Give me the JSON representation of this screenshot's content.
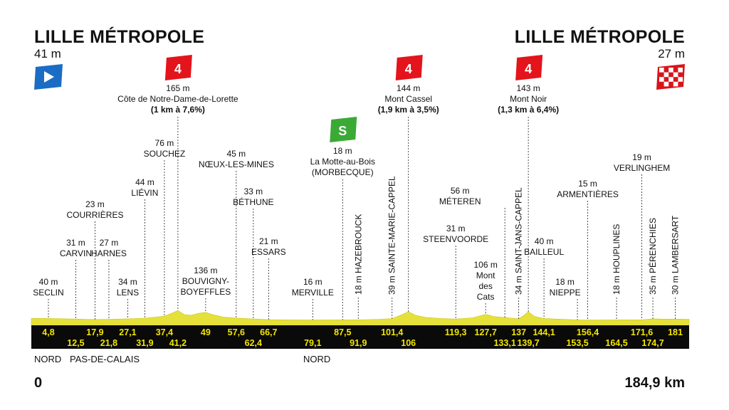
{
  "start": {
    "name": "LILLE MÉTROPOLE",
    "altitude": "41 m",
    "km_label": "0"
  },
  "finish": {
    "name": "LILLE MÉTROPOLE",
    "altitude": "27 m",
    "km_label": "184,9 km"
  },
  "regions": [
    "NORD",
    "PAS-DE-CALAIS",
    "NORD"
  ],
  "icons": {
    "start": "start-flag-icon",
    "finish": "checkered-flag-icon",
    "climb": "climb-category-badge-icon",
    "sprint": "intermediate-sprint-icon"
  },
  "colors": {
    "profile_fill": "#e6e13a",
    "band": "#0a0a0a",
    "band_text": "#f2e600",
    "climb_badge": "#e3141b",
    "sprint_badge": "#3aaa35",
    "start_flag": "#1b6cc4",
    "finish_flag": "#d8141b"
  },
  "chart_data": {
    "type": "area",
    "title": "",
    "xlabel": "",
    "ylabel": "",
    "xlim": [
      0,
      184.9
    ],
    "x_unit": "km",
    "km_markers": [
      {
        "label": "4,8",
        "km": 4.8,
        "row": "top"
      },
      {
        "label": "12,5",
        "km": 12.5,
        "row": "bottom"
      },
      {
        "label": "17,9",
        "km": 17.9,
        "row": "top"
      },
      {
        "label": "21,8",
        "km": 21.8,
        "row": "bottom"
      },
      {
        "label": "27,1",
        "km": 27.1,
        "row": "top"
      },
      {
        "label": "31,9",
        "km": 31.9,
        "row": "bottom"
      },
      {
        "label": "37,4",
        "km": 37.4,
        "row": "top"
      },
      {
        "label": "41,2",
        "km": 41.2,
        "row": "bottom"
      },
      {
        "label": "49",
        "km": 49,
        "row": "top"
      },
      {
        "label": "57,6",
        "km": 57.6,
        "row": "top"
      },
      {
        "label": "62,4",
        "km": 62.4,
        "row": "bottom"
      },
      {
        "label": "66,7",
        "km": 66.7,
        "row": "top"
      },
      {
        "label": "79,1",
        "km": 79.1,
        "row": "bottom"
      },
      {
        "label": "87,5",
        "km": 87.5,
        "row": "top"
      },
      {
        "label": "91,9",
        "km": 91.9,
        "row": "bottom"
      },
      {
        "label": "101,4",
        "km": 101.4,
        "row": "top"
      },
      {
        "label": "106",
        "km": 106,
        "row": "bottom"
      },
      {
        "label": "119,3",
        "km": 119.3,
        "row": "top"
      },
      {
        "label": "127,7",
        "km": 127.7,
        "row": "top"
      },
      {
        "label": "133,1",
        "km": 133.1,
        "row": "bottom"
      },
      {
        "label": "137",
        "km": 137,
        "row": "top"
      },
      {
        "label": "139,7",
        "km": 139.7,
        "row": "bottom"
      },
      {
        "label": "144,1",
        "km": 144.1,
        "row": "top"
      },
      {
        "label": "153,5",
        "km": 153.5,
        "row": "bottom"
      },
      {
        "label": "156,4",
        "km": 156.4,
        "row": "top"
      },
      {
        "label": "164,5",
        "km": 164.5,
        "row": "bottom"
      },
      {
        "label": "171,6",
        "km": 171.6,
        "row": "top"
      },
      {
        "label": "174,7",
        "km": 174.7,
        "row": "bottom"
      },
      {
        "label": "181",
        "km": 181,
        "row": "top"
      }
    ],
    "places": [
      {
        "alt": "40 m",
        "name": "SECLIN",
        "km": 4.8,
        "orient": "h"
      },
      {
        "alt": "31 m",
        "name": "CARVIN",
        "km": 12.5,
        "orient": "h"
      },
      {
        "alt": "23 m",
        "name": "COURRIÈRES",
        "km": 17.9,
        "orient": "h"
      },
      {
        "alt": "27 m",
        "name": "HARNES",
        "km": 21.8,
        "orient": "h"
      },
      {
        "alt": "34 m",
        "name": "LENS",
        "km": 27.1,
        "orient": "h"
      },
      {
        "alt": "44 m",
        "name": "LIÉVIN",
        "km": 31.9,
        "orient": "h"
      },
      {
        "alt": "76 m",
        "name": "SOUCHEZ",
        "km": 37.4,
        "orient": "h"
      },
      {
        "alt": "136 m",
        "name": "BOUVIGNY-",
        "name2": "BOYEFFLES",
        "km": 49,
        "orient": "h"
      },
      {
        "alt": "45 m",
        "name": "NŒUX-LES-MINES",
        "km": 57.6,
        "orient": "h"
      },
      {
        "alt": "33 m",
        "name": "BÉTHUNE",
        "km": 62.4,
        "orient": "h"
      },
      {
        "alt": "21 m",
        "name": "ESSARS",
        "km": 66.7,
        "orient": "h"
      },
      {
        "alt": "16 m",
        "name": "MERVILLE",
        "km": 79.1,
        "orient": "h"
      },
      {
        "alt": "18 m",
        "name": "HAZEBROUCK",
        "km": 91.9,
        "orient": "v"
      },
      {
        "alt": "39 m",
        "name": "SAINTE-MARIE-CAPPEL",
        "km": 101.4,
        "orient": "v"
      },
      {
        "alt": "31 m",
        "name": "STEENVOORDE",
        "km": 119.3,
        "orient": "h"
      },
      {
        "alt": "56 m",
        "name": "MÉTEREN",
        "km": 133.1,
        "orient": "h"
      },
      {
        "alt": "106 m",
        "name": "Mont",
        "name2": "des",
        "name3": "Cats",
        "km": 127.7,
        "orient": "h"
      },
      {
        "alt": "34 m",
        "name": "SAINT-JANS-CAPPEL",
        "km": 137,
        "orient": "v"
      },
      {
        "alt": "40 m",
        "name": "BAILLEUL",
        "km": 144.1,
        "orient": "h"
      },
      {
        "alt": "18 m",
        "name": "NIEPPE",
        "km": 153.5,
        "orient": "h"
      },
      {
        "alt": "15 m",
        "name": "ARMENTIÈRES",
        "km": 156.4,
        "orient": "h"
      },
      {
        "alt": "18 m",
        "name": "HOUPLINES",
        "km": 164.5,
        "orient": "v"
      },
      {
        "alt": "19 m",
        "name": "VERLINGHEM",
        "km": 171.6,
        "orient": "h"
      },
      {
        "alt": "35 m",
        "name": "PÉRENCHIES",
        "km": 174.7,
        "orient": "v"
      },
      {
        "alt": "30 m",
        "name": "LAMBERSART",
        "km": 181,
        "orient": "v"
      }
    ],
    "climbs": [
      {
        "category": "4",
        "alt": "165 m",
        "name": "Côte de Notre-Dame-de-Lorette",
        "detail": "(1 km à 7,6%)",
        "km": 41.2
      },
      {
        "category": "4",
        "alt": "144 m",
        "name": "Mont Cassel",
        "detail": "(1,9 km à 3,5%)",
        "km": 106
      },
      {
        "category": "4",
        "alt": "143 m",
        "name": "Mont Noir",
        "detail": "(1,3 km à 6,4%)",
        "km": 139.7
      }
    ],
    "sprint": {
      "label": "S",
      "alt": "18 m",
      "name": "La Motte-au-Bois",
      "name2": "(MORBECQUE)",
      "km": 87.5
    },
    "profile": [
      [
        0,
        41
      ],
      [
        4.8,
        40
      ],
      [
        12.5,
        31
      ],
      [
        17.9,
        23
      ],
      [
        21.8,
        27
      ],
      [
        27.1,
        34
      ],
      [
        31.9,
        44
      ],
      [
        37.4,
        76
      ],
      [
        39.5,
        120
      ],
      [
        41.2,
        165
      ],
      [
        43,
        100
      ],
      [
        45,
        90
      ],
      [
        47,
        120
      ],
      [
        49,
        136
      ],
      [
        51,
        100
      ],
      [
        54,
        60
      ],
      [
        57.6,
        45
      ],
      [
        62.4,
        33
      ],
      [
        66.7,
        21
      ],
      [
        72,
        18
      ],
      [
        79.1,
        16
      ],
      [
        87.5,
        18
      ],
      [
        91.9,
        18
      ],
      [
        98,
        28
      ],
      [
        101.4,
        39
      ],
      [
        104,
        95
      ],
      [
        106,
        144
      ],
      [
        108,
        90
      ],
      [
        111,
        55
      ],
      [
        115,
        40
      ],
      [
        119.3,
        31
      ],
      [
        124,
        50
      ],
      [
        127.7,
        106
      ],
      [
        130,
        70
      ],
      [
        133.1,
        56
      ],
      [
        137,
        34
      ],
      [
        138.5,
        90
      ],
      [
        139.7,
        143
      ],
      [
        141.5,
        70
      ],
      [
        144.1,
        40
      ],
      [
        148,
        30
      ],
      [
        153.5,
        18
      ],
      [
        156.4,
        15
      ],
      [
        160,
        16
      ],
      [
        164.5,
        18
      ],
      [
        171.6,
        19
      ],
      [
        174.7,
        35
      ],
      [
        178,
        30
      ],
      [
        181,
        30
      ],
      [
        184.9,
        27
      ]
    ]
  }
}
